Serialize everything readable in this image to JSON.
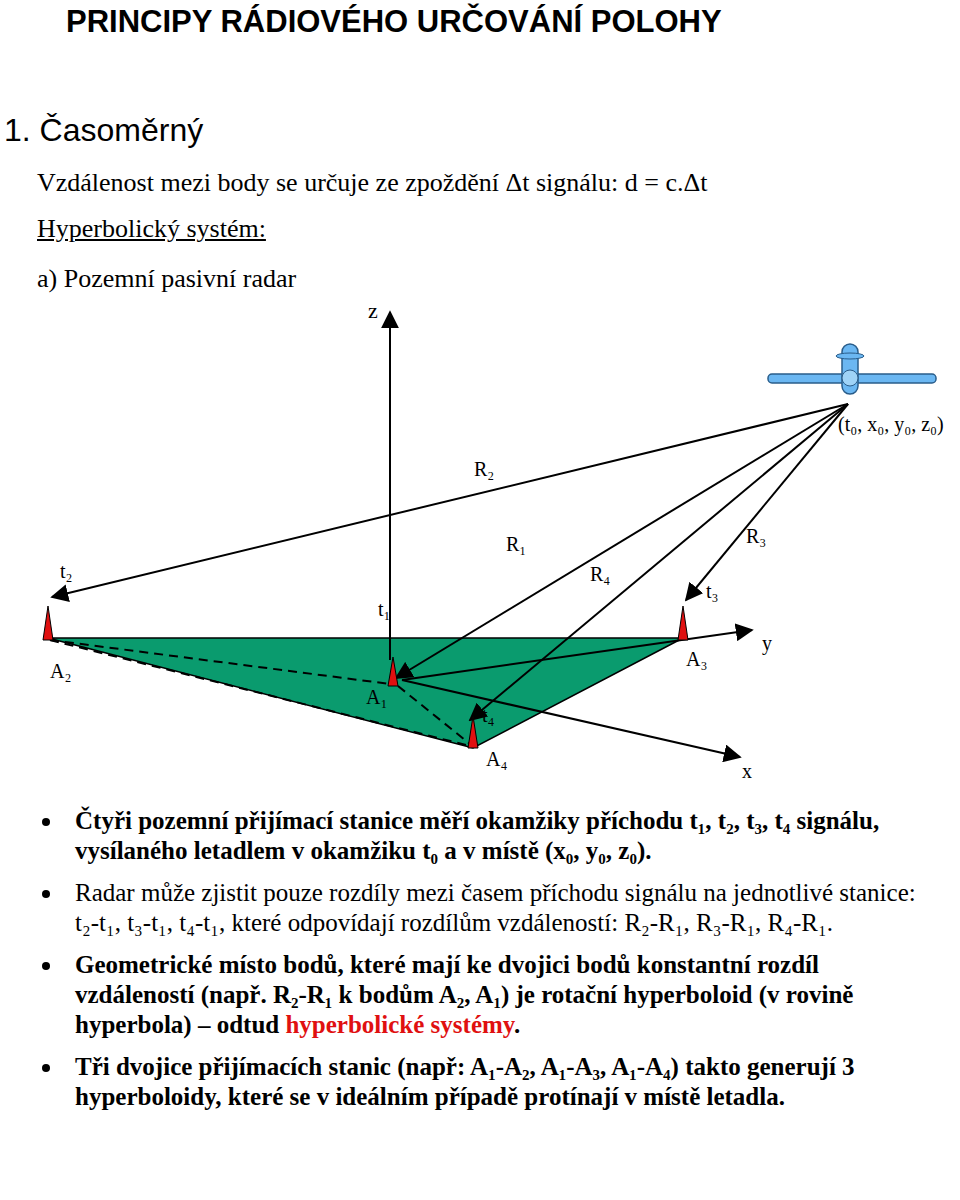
{
  "diagram": {
    "title": "PRINCIPY RÁDIOVÉHO URČOVÁNÍ POLOHY",
    "labels": [
      "1. Časoměrný",
      "Vzdálenost mezi body se určuje ze zpoždění Δt signálu: d = c.Δt",
      "Hyperbolický systém:",
      "a) Pozemní pasivní radar",
      "z",
      "(t₀, x₀, y₀, z₀)",
      "R₂",
      "R₁",
      "R₃",
      "R₄",
      "t₂",
      "t₁",
      "t₃",
      "y",
      "A₂",
      "A₁",
      "A₃",
      "t₄",
      "A₄",
      "x",
      "Čtyři pozemní přijímací stanice měří okamžiky příchodu t₁, t₂, t₃, t₄ signálu, vysílaného letadlem v okamžiku t₀ a v místě (x₀, y₀, z₀).",
      "Radar může zjistit pouze rozdíly mezi časem příchodu signálu na jednotlivé stanice: t₂-t₁, t₃-t₁, t₄-t₁, které odpovídají rozdílům vzdáleností: R₂-R₁, R₃-R₁, R₄-R₁.",
      "Geometrické místo bodů, které mají ke dvojici bodů konstantní rozdíl vzdáleností (např. R₂-R₁ k bodům A₂, A₁) je rotační hyperboloid (v rovině hyperbola) – odtud",
      "hyperbolické systémy",
      ".",
      "Tři dvojice přijímacích stanic (např: A₁-A₂, A₁-A₃, A₁-A₄) takto generují 3 hyperboloidy, které se v ideálním případě protínají v místě letadla."
    ]
  }
}
